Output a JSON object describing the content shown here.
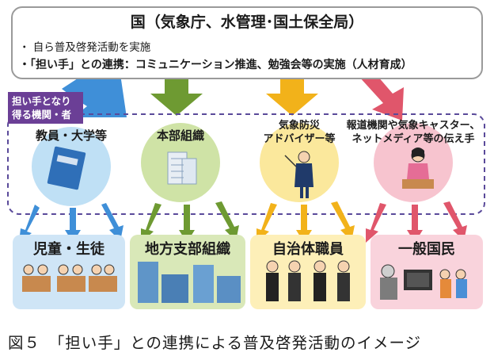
{
  "top": {
    "title": "国（気象庁、水管理･国土保全局）",
    "bullet1": "・ 自ら普及啓発活動を実施",
    "bullet2": "・「担い手」との連携：コミュニケーション推進、勉強会等の実施（人材育成）"
  },
  "tag": {
    "line1": "担い手となり",
    "line2": "得る機関・者"
  },
  "groups": [
    {
      "label": "教員・大学等",
      "color": "#bfe0f5",
      "arrow": "#4a8fd6"
    },
    {
      "label": "本部組織",
      "color": "#cfe3a6",
      "arrow": "#6e9a32"
    },
    {
      "label1": "気象防災",
      "label2": "アドバイザー等",
      "color": "#fbe89c",
      "arrow": "#f2b21a"
    },
    {
      "label1": "報道機関や気象キャスター、",
      "label2": "ネットメディア等の伝え手",
      "color": "#f7c4cf",
      "arrow": "#e0566b"
    }
  ],
  "targets": [
    {
      "label": "児童・生徒",
      "color": "#cfe5f6"
    },
    {
      "label": "地方支部組織",
      "color": "#d9e8b8"
    },
    {
      "label": "自治体職員",
      "color": "#fdefb8"
    },
    {
      "label": "一般国民",
      "color": "#f9d3dc"
    }
  ],
  "caption": "図５　「担い手」との連携による普及啓発活動のイメージ"
}
